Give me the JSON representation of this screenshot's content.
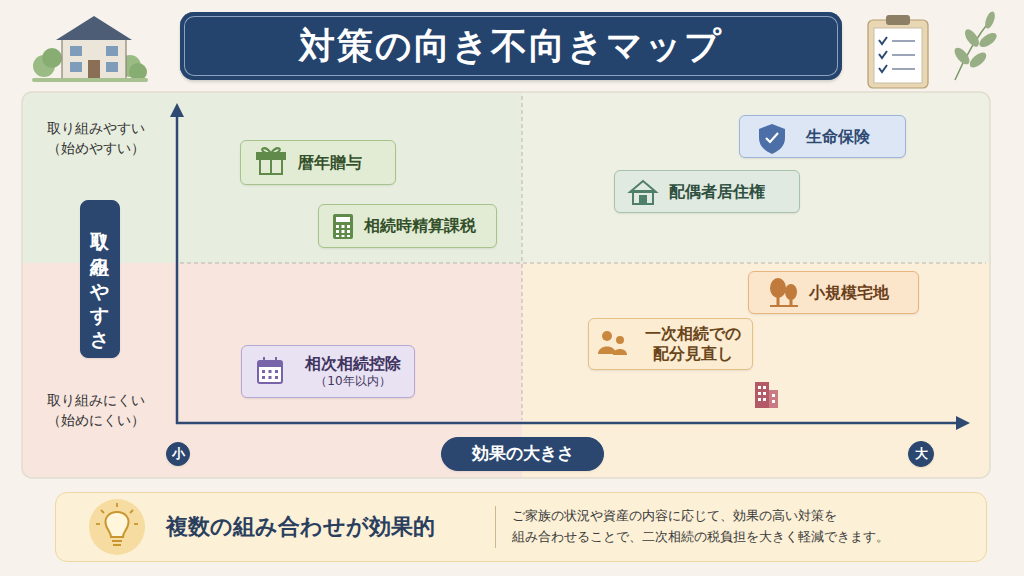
{
  "diagram": {
    "title": "対策の向き不向きマップ",
    "nodes": [
      {
        "text": [
          "取り組みやすさ"
        ]
      },
      {
        "text": [
          "暦年贈与"
        ]
      },
      {
        "text": [
          "生命保険"
        ]
      },
      {
        "text": [
          "配偶者居住権"
        ]
      },
      {
        "text": [
          "相続時精算課税"
        ]
      },
      {
        "text": [
          "小規模宅地"
        ]
      },
      {
        "text": [
          "一次相続での 配分見直し"
        ]
      },
      {
        "text": [
          "相次相続控除",
          "（10年以内）"
        ]
      },
      {
        "text": [
          "小"
        ]
      },
      {
        "text": [
          "効果の大きさ"
        ]
      },
      {
        "text": [
          "大"
        ]
      },
      {
        "text": [
          "複数の組み合わせが効果的",
          "ご家族の状況や資産の内容に応じて、効果の高い対策を 組み合わせることで、二次相続の税負担を大きく軽減できます。"
        ]
      }
    ],
    "labels": [
      "取り組みやすい （始めやすい）",
      "取り組みにくい （始めにくい）"
    ]
  }
}
